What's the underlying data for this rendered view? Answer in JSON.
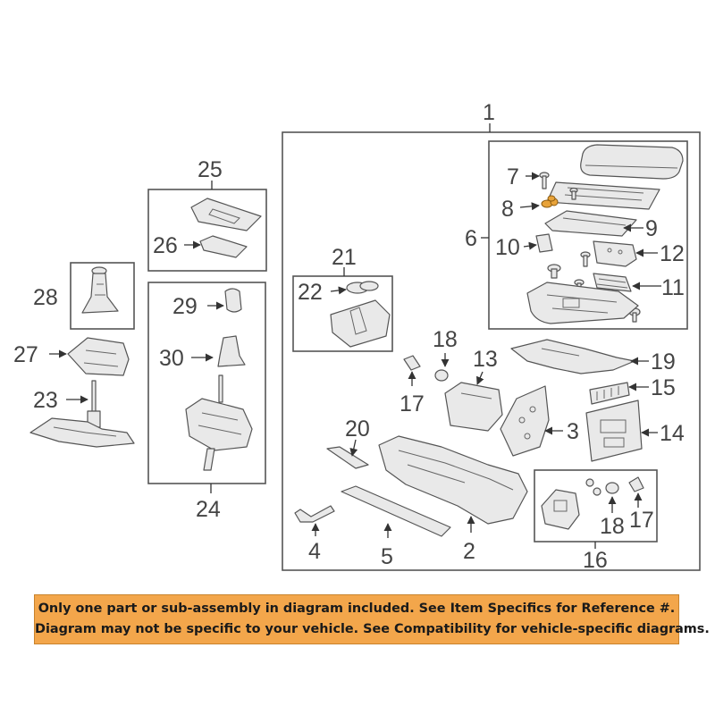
{
  "diagram": {
    "callouts": {
      "c1": "1",
      "c2": "2",
      "c3": "3",
      "c4": "4",
      "c5": "5",
      "c6": "6",
      "c7": "7",
      "c8": "8",
      "c9": "9",
      "c10": "10",
      "c11": "11",
      "c12": "12",
      "c13": "13",
      "c14": "14",
      "c15": "15",
      "c16": "16",
      "c17a": "17",
      "c17b": "17",
      "c18a": "18",
      "c18b": "18",
      "c19": "19",
      "c20": "20",
      "c21": "21",
      "c22": "22",
      "c23": "23",
      "c24": "24",
      "c25": "25",
      "c26": "26",
      "c27": "27",
      "c28": "28",
      "c29": "29",
      "c30": "30"
    },
    "highlight_color": "#e8a33a"
  },
  "banner": {
    "line1": "Only one part or sub-assembly in diagram included. See Item Specifics for Reference #.",
    "line2": "Diagram may not be specific to your vehicle. See Compatibility for vehicle-specific diagrams.",
    "background": "#f3a64b"
  }
}
